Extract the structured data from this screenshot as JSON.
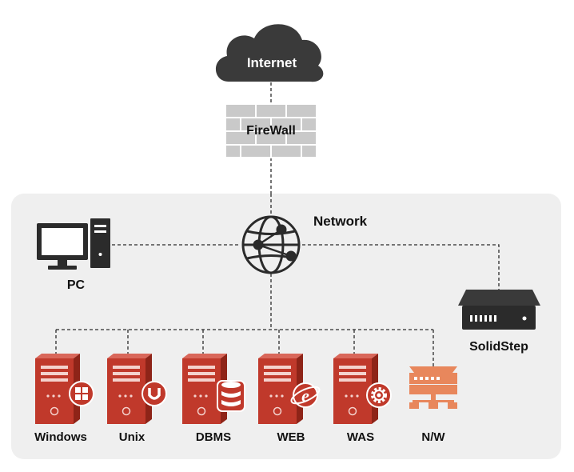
{
  "internet": {
    "label": "Internet",
    "color": "#3a3a3a"
  },
  "firewall": {
    "label": "FireWall",
    "color": "#c9c9c9"
  },
  "network": {
    "label": "Network",
    "panel_color": "#efefef"
  },
  "pc": {
    "label": "PC",
    "icon": "desktop-pc-icon"
  },
  "solidstep": {
    "label": "SolidStep",
    "icon": "rack-appliance-icon"
  },
  "servers": [
    {
      "label": "Windows",
      "badge_icon": "windows-logo-icon"
    },
    {
      "label": "Unix",
      "badge_icon": "unix-u-logo-icon"
    },
    {
      "label": "DBMS",
      "badge_icon": "database-icon"
    },
    {
      "label": "WEB",
      "badge_icon": "web-browser-e-icon"
    },
    {
      "label": "WAS",
      "badge_icon": "gear-icon"
    }
  ],
  "nw": {
    "label": "N/W",
    "icon": "network-switch-icon",
    "color": "#e8875c"
  },
  "server_color": "#c0392b"
}
